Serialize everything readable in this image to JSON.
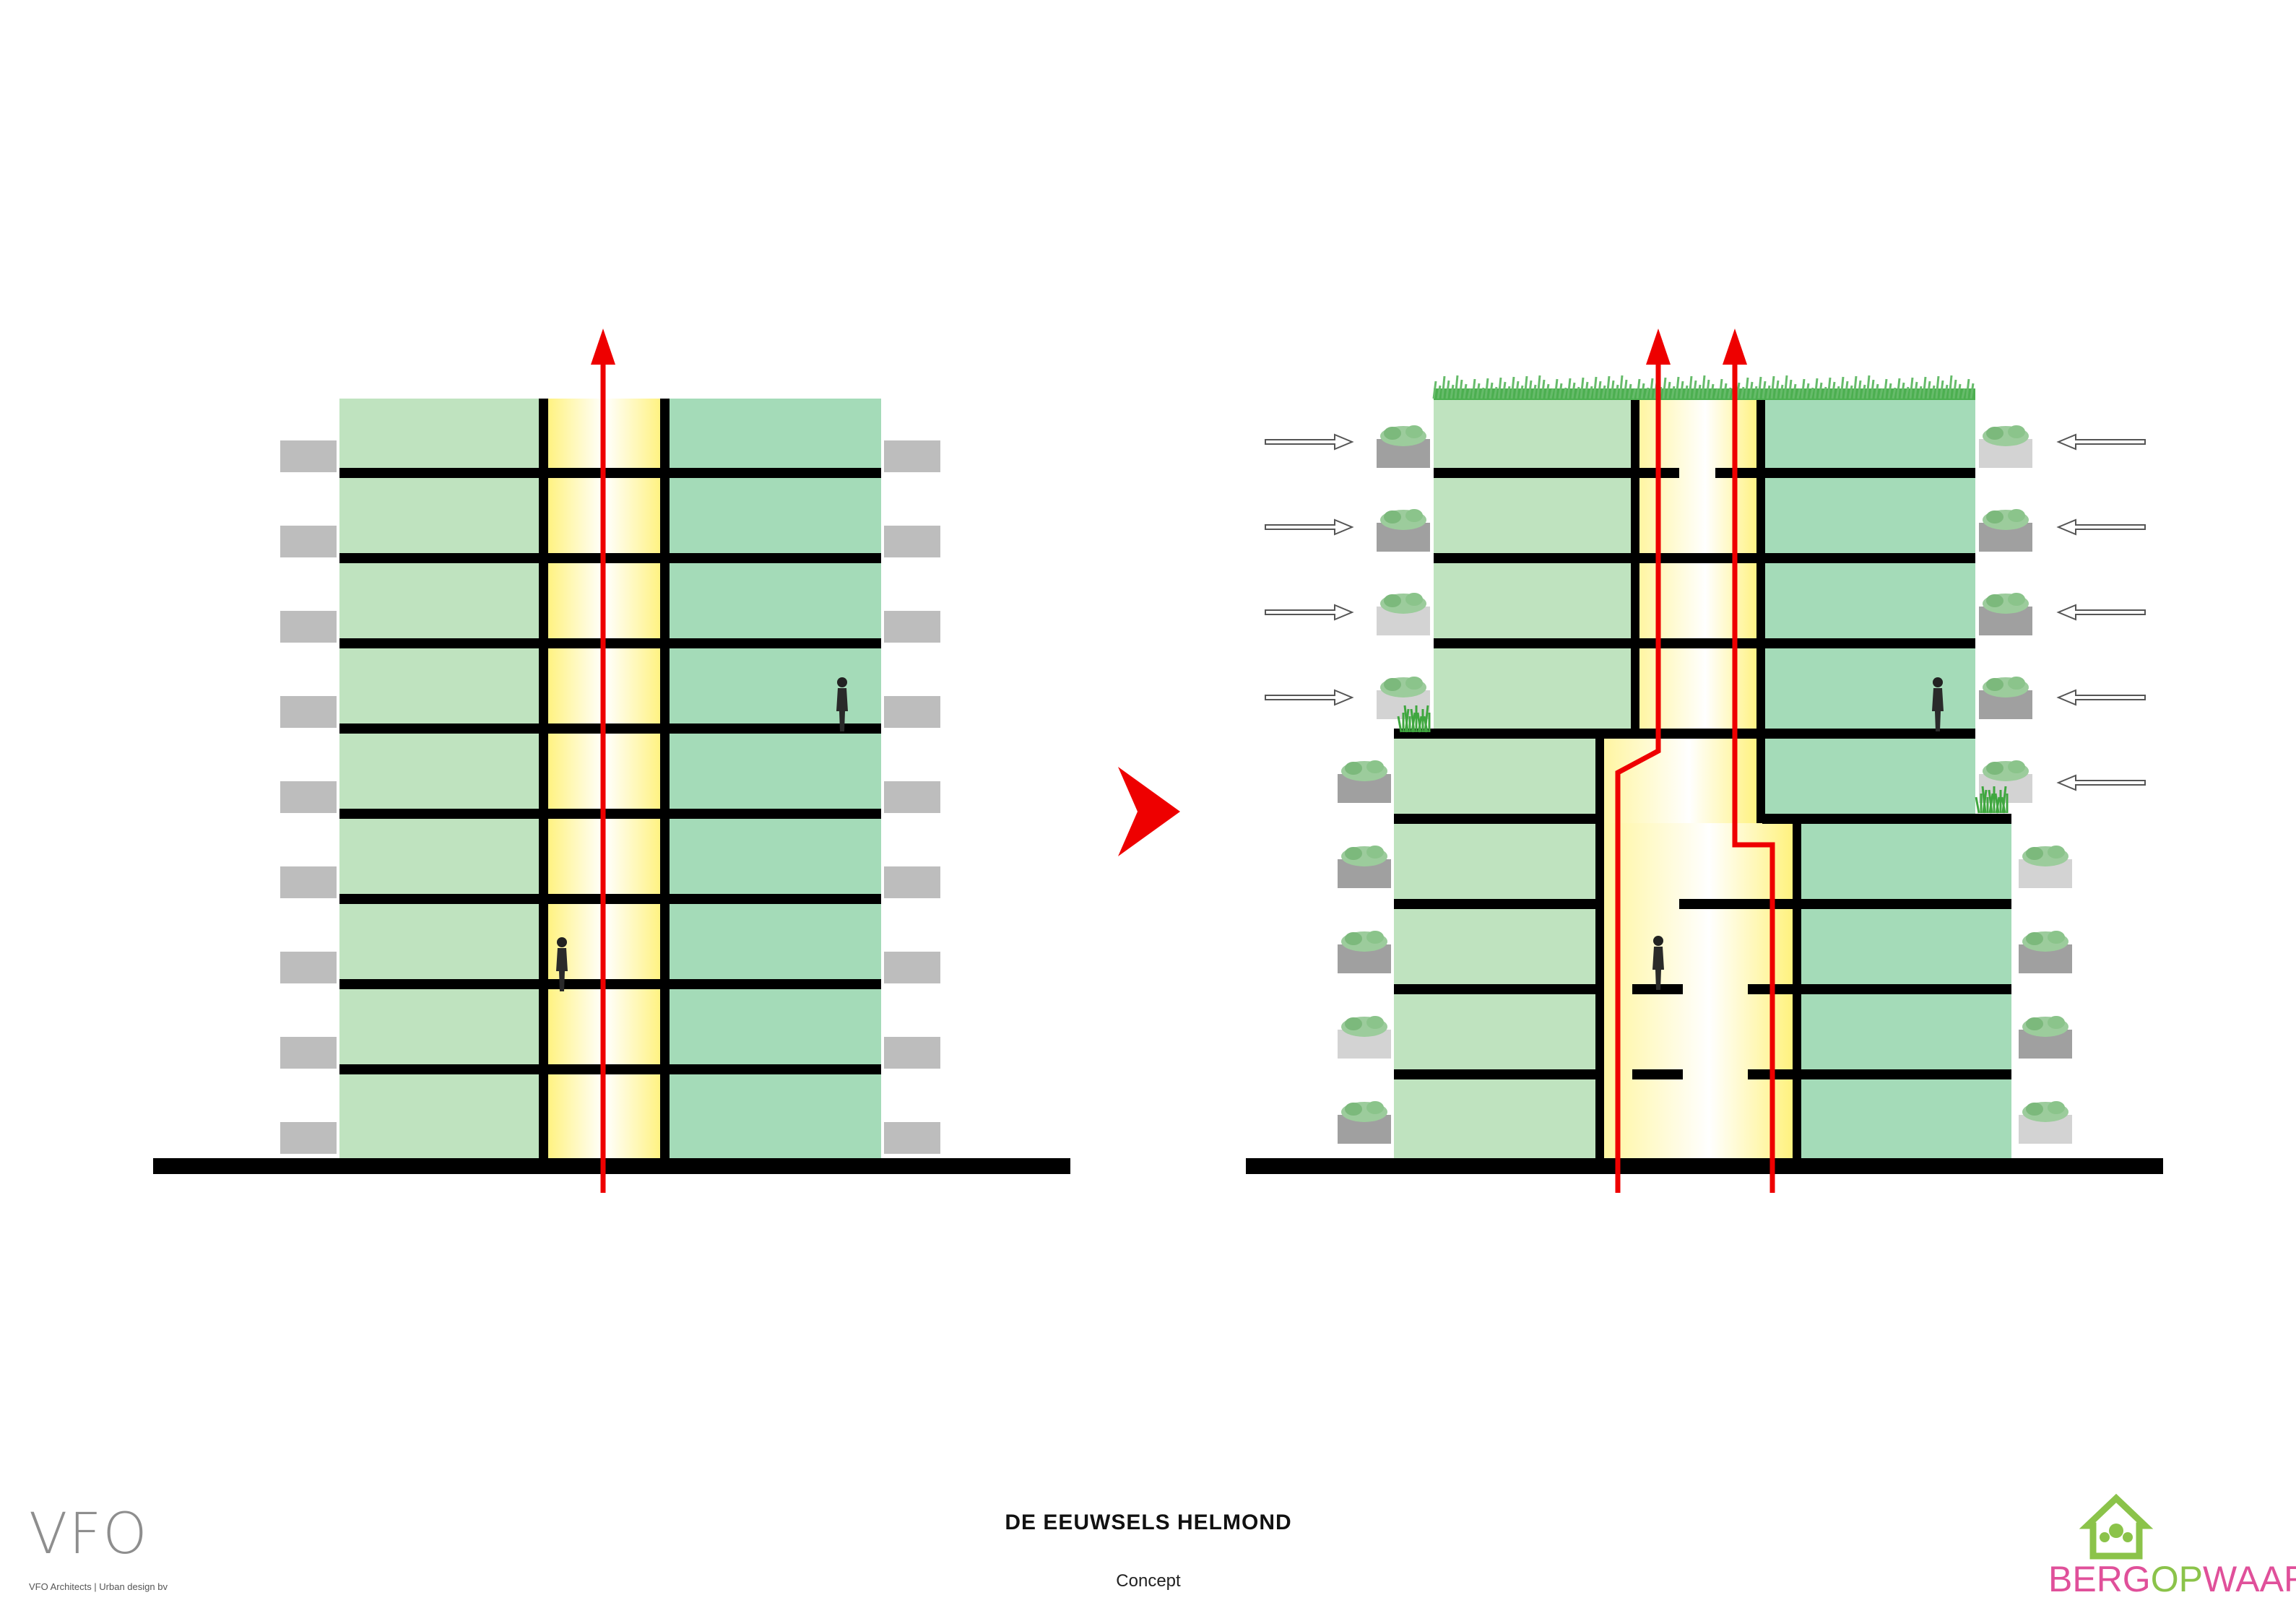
{
  "project_title": "DE EEUWSELS HELMOND",
  "subtitle": "Concept",
  "architect": {
    "logo_text": "VFO",
    "caption": "VFO  Architects  |  Urban design bv"
  },
  "brand": {
    "part1": "BERG",
    "part2": "OP",
    "part3": "WAARTS"
  },
  "colors": {
    "apartment_left": "#bfe3bf",
    "apartment_right": "#a4dbb8",
    "atrium_light": "#fff59d",
    "floor_slab": "#000000",
    "airflow_arrow": "#ee0000",
    "transition_arrow": "#ee0000",
    "balcony_light": "#cfcfcf",
    "balcony_dark": "#a6a6a6",
    "vegetation": "#5cb85c",
    "brand_pink": "#e0509a",
    "brand_green": "#8bc34a"
  },
  "icons": [
    "person-icon",
    "planter-icon",
    "wind-arrow-icon",
    "grass-roof",
    "house-logo-icon"
  ]
}
